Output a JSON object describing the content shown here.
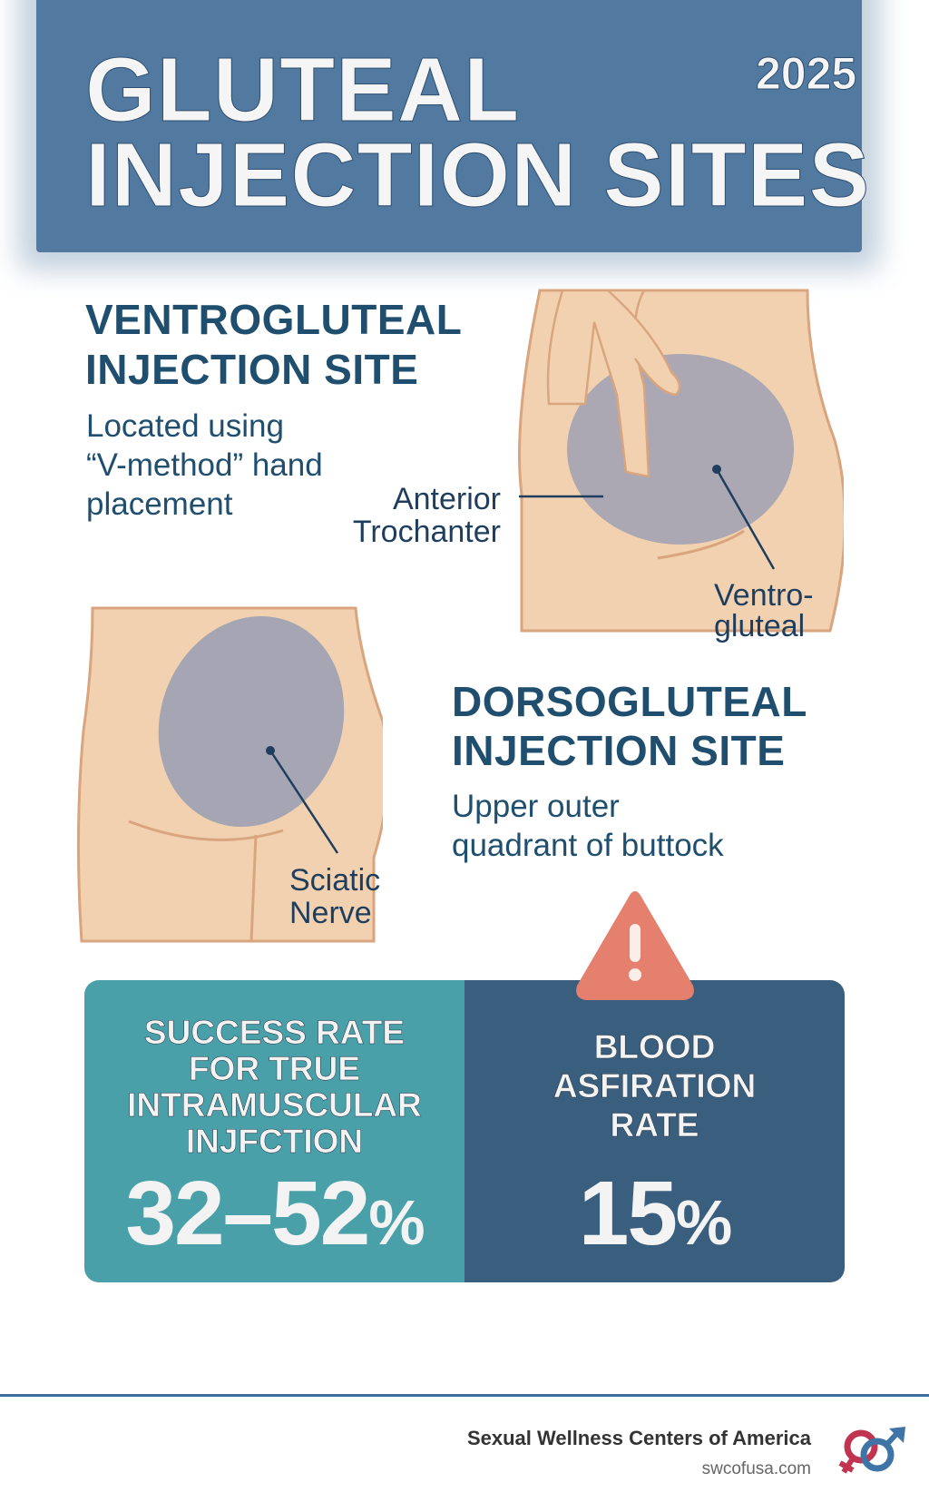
{
  "header": {
    "title_line1": "GLUTEAL",
    "title_line2": "INJECTION SITES",
    "year": "2025"
  },
  "ventrogluteal": {
    "heading_line1": "VENTROGLUTEAL",
    "heading_line2": "INJECTION SITE",
    "description_lines": [
      "Located using",
      "“V-method” hand",
      "placement"
    ],
    "label_anterior": [
      "Anterior",
      "Trochanter"
    ],
    "label_site": [
      "Ventro-",
      "gluteal"
    ]
  },
  "dorsogluteal": {
    "heading_line1": "DORSOGLUTEAL",
    "heading_line2": "INJECTION SITE",
    "description_lines": [
      "Upper outer",
      "quadrant of buttock"
    ],
    "label_nerve": [
      "Sciatic",
      "Nerve"
    ]
  },
  "stats": {
    "success": {
      "label_lines": [
        "SUCCESS RATE",
        "FOR TRUE",
        "INTRAMUSCULAR",
        "INJFCTION"
      ],
      "value": "32–52",
      "unit": "%"
    },
    "aspiration": {
      "label_lines": [
        "BLOOD",
        "ASFIRATION",
        "RATE"
      ],
      "value": "15",
      "unit": "%"
    },
    "colors": {
      "teal": "#4aa0a8",
      "navy": "#3a5e7d",
      "warning": "#e57f6e"
    }
  },
  "footer": {
    "org": "Sexual Wellness Centers of America",
    "url": "swcofusa.com"
  }
}
